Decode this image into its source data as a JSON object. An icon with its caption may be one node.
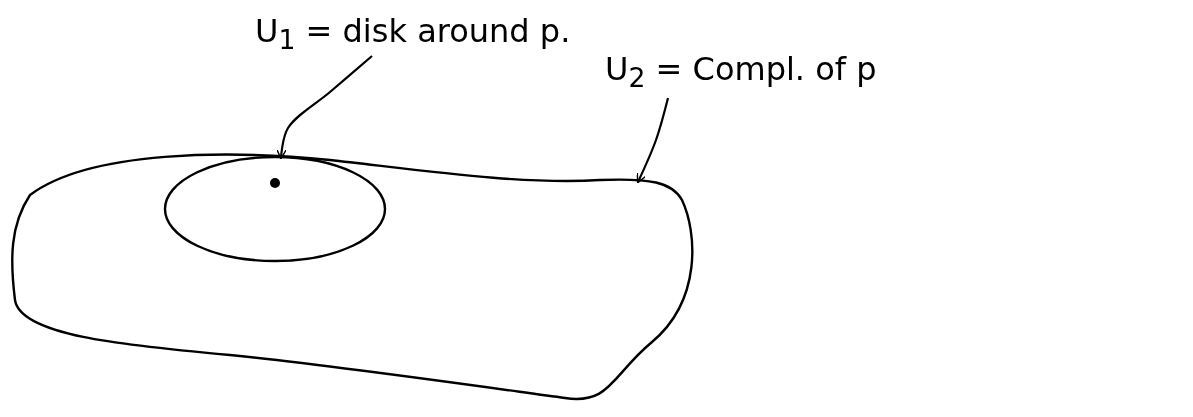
{
  "diagram": {
    "nodes": [
      {
        "text": [],
        "shape": "blob"
      },
      {
        "text": [],
        "shape": "ellipse",
        "in": 0
      },
      {
        "text": [],
        "shape": "circle",
        "in": 1
      },
      {
        "text": [
          "U$_{1}$ = disk around p."
        ]
      },
      {
        "text": [
          "U$_{2}$ = Compl. of p"
        ]
      }
    ],
    "edges": [
      {
        "from": 3,
        "to": 1,
        "arrow": "to"
      },
      {
        "from": 4,
        "to": 0,
        "arrow": "to"
      }
    ]
  }
}
